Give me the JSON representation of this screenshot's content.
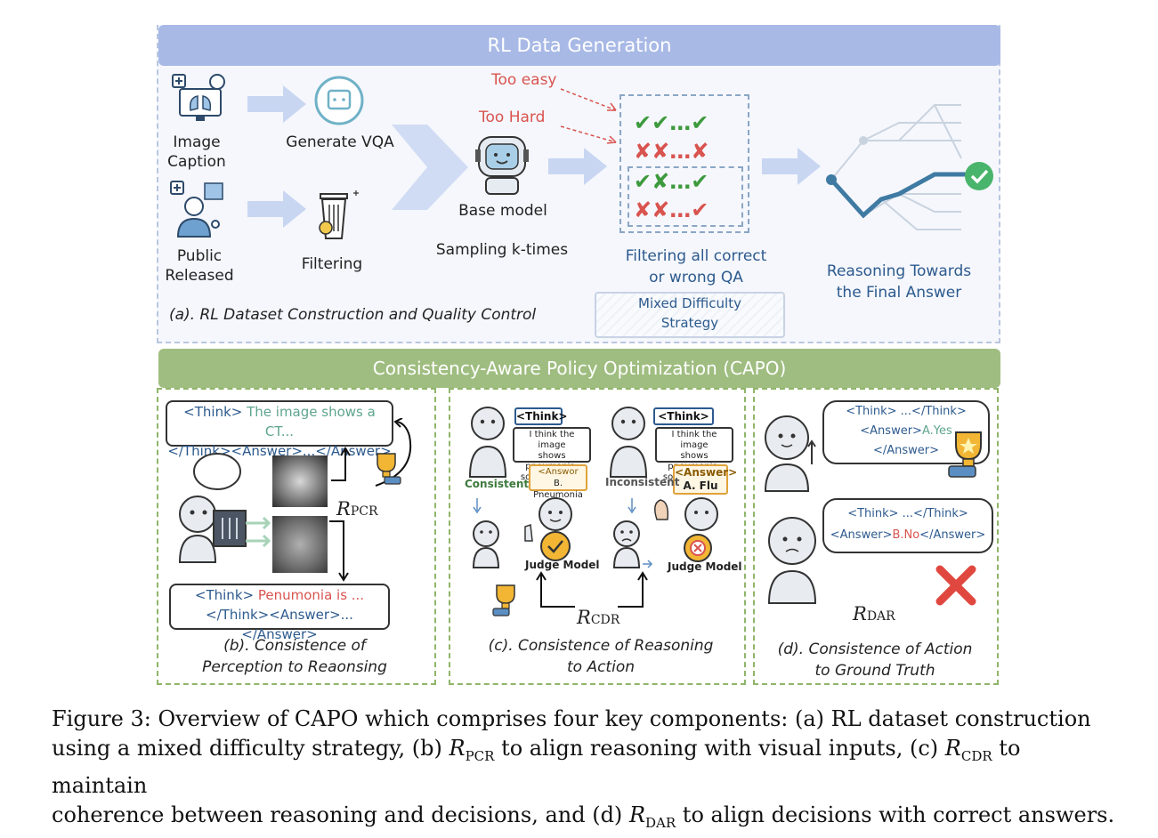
{
  "top": {
    "title": "RL Data Generation",
    "image_caption": [
      "Image",
      "Caption"
    ],
    "public_released": [
      "Public",
      "Released"
    ],
    "generate_vqa": "Generate VQA",
    "filtering": "Filtering",
    "base_model": "Base model",
    "sampling": "Sampling k-times",
    "too_easy": "Too easy",
    "too_hard": "Too Hard",
    "filter_text": [
      "Filtering all correct",
      "or wrong QA"
    ],
    "mixed": [
      "Mixed Difficulty",
      "Strategy"
    ],
    "reasoning": [
      "Reasoning Towards",
      "the Final Answer"
    ],
    "subtitle": "(a). RL Dataset Construction and  Quality Control",
    "check_rows": [
      "✔✔…✔",
      "✘✘…✘",
      "✔✘…✔",
      "✘✘…✔"
    ]
  },
  "bottom": {
    "title": "Consistency-Aware Policy Optimization (CAPO)",
    "b": {
      "bubble1_tag": "<Think>",
      "bubble1_text": " The image shows a CT...",
      "bubble1_line2": "</Think><Answer>...</Answer>",
      "bubble2_tag": "<Think>",
      "bubble2_text": " Penumonia is ...",
      "bubble2_line2": "</Think><Answer>...</Answer>",
      "reward": "R",
      "reward_sub": "PCR",
      "caption": [
        "(b). Consistence of",
        "Perception to Reaonsing"
      ]
    },
    "c": {
      "think": "<Think>",
      "text": [
        "I think the image",
        "shows pneumonia,",
        "so the answer be"
      ],
      "left_answer_tag": "<Answor",
      "left_answer": "B. Pneumonia",
      "right_answer_tag": "<Answer>",
      "right_answer": "A. Flu",
      "consistent": "Consistent",
      "inconsistent": "Inconsistent",
      "judge": "Judge Model",
      "reward": "R",
      "reward_sub": "CDR",
      "caption": [
        "(c). Consistence of Reasoning",
        "to Action"
      ]
    },
    "d": {
      "top_line1": "<Think> ...</Think>",
      "top_line2_tag": "<Answer>",
      "top_line2_val": "A.Yes",
      "top_line3": "</Answer>",
      "bot_line1": "<Think> ...</Think>",
      "bot_line2_tag": "<Answer>",
      "bot_line2_val": "B.No",
      "bot_line2_end": "</Answer>",
      "reward": "R",
      "reward_sub": "DAR",
      "caption": [
        "(d). Consistence of Action",
        "to Ground Truth"
      ]
    }
  },
  "caption": {
    "line1_a": "Figure 3: Overview of CAPO which comprises four key components: (a) RL dataset construction",
    "line2_a": "using a mixed difficulty strategy, (b) ",
    "line2_r": "R",
    "line2_sub": "PCR",
    "line2_b": " to align reasoning with visual inputs, (c) ",
    "line2_r2": "R",
    "line2_sub2": "CDR",
    "line2_c": " to maintain",
    "line3_a": "coherence between reasoning and decisions, and (d) ",
    "line3_r": "R",
    "line3_sub": "DAR",
    "line3_b": " to align decisions with correct answers."
  }
}
